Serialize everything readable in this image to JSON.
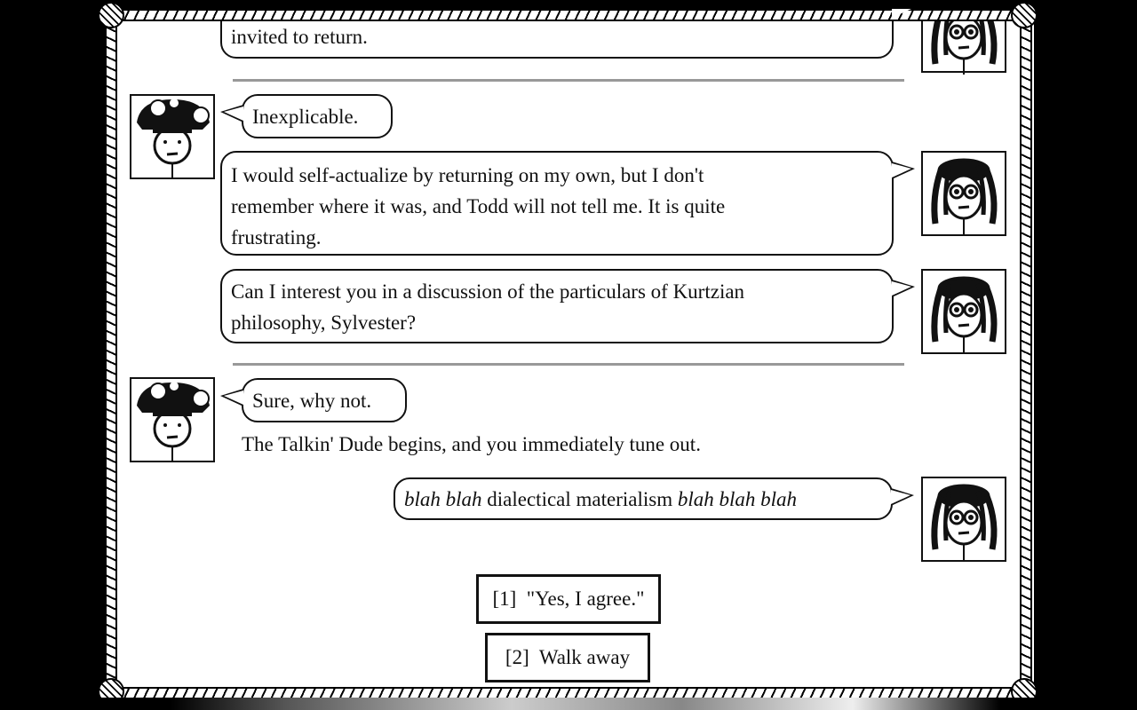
{
  "dialogue": {
    "messages": [
      {
        "speaker": "talkin-dude",
        "side": "right",
        "lines": [
          "invited to return."
        ]
      },
      {
        "speaker": "player",
        "side": "left",
        "lines": [
          "Inexplicable."
        ]
      },
      {
        "speaker": "talkin-dude",
        "side": "right",
        "lines": [
          "I would self-actualize by returning on my own, but I don't",
          "remember where it was, and Todd will not tell me.  It is quite",
          "frustrating."
        ]
      },
      {
        "speaker": "talkin-dude",
        "side": "right",
        "lines": [
          "Can I interest you in a discussion of the particulars of Kurtzian",
          "philosophy, Sylvester?"
        ]
      },
      {
        "speaker": "player",
        "side": "left",
        "lines": [
          "Sure, why not."
        ]
      },
      {
        "speaker": "talkin-dude",
        "side": "right",
        "parts": {
          "a": "blah blah",
          "b": " dialectical materialism ",
          "c": "blah blah blah"
        }
      }
    ],
    "narration": "The Talkin' Dude begins, and you immediately tune out."
  },
  "choices": [
    {
      "label": "[1]  \"Yes, I agree.\""
    },
    {
      "label": "[2]  Walk away"
    }
  ],
  "colors": {
    "background": "#000000",
    "panel": "#ffffff",
    "separator": "#999999",
    "ink": "#111111"
  }
}
